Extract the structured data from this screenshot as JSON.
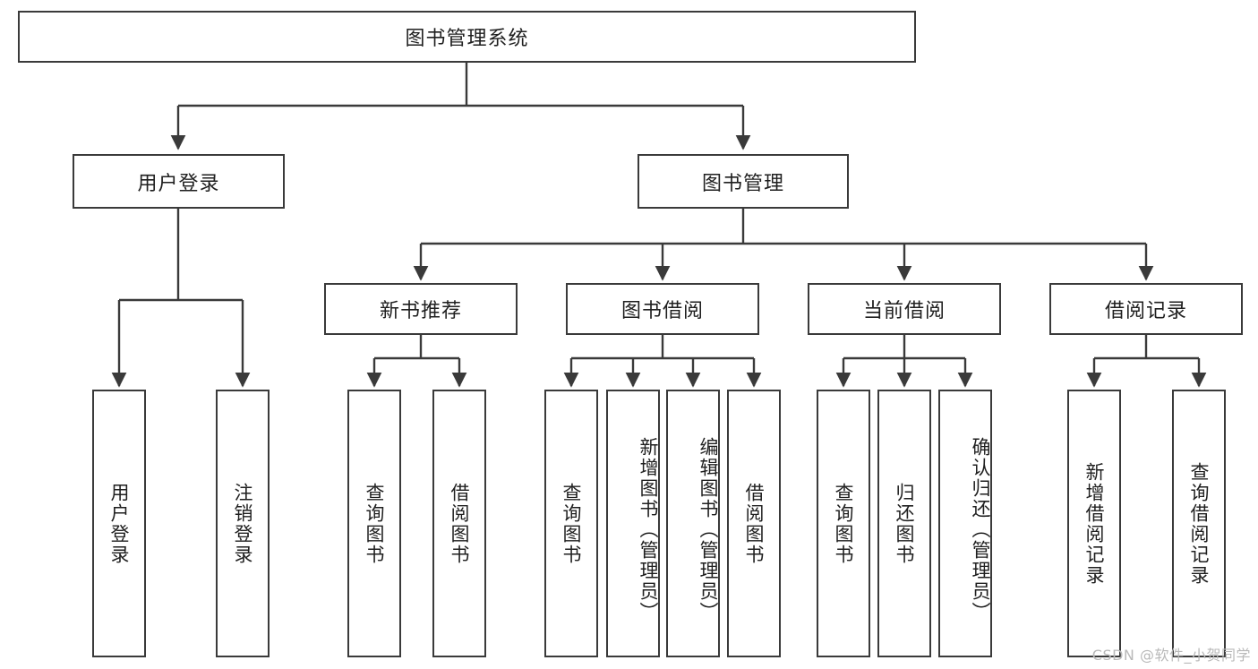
{
  "diagram": {
    "title": "图书管理系统",
    "type": "功能结构图",
    "watermark": "CSDN @软件_小贺同学",
    "colors": {
      "box_border": "#3a3a3a",
      "box_fill": "#ffffff",
      "connector": "#3a3a3a",
      "text": "#1f1f1f",
      "watermark": "#b9b9b9",
      "background": "#ffffff"
    },
    "root": {
      "label": "图书管理系统"
    },
    "level1": [
      {
        "id": "user-login",
        "label": "用户登录"
      },
      {
        "id": "book-manage",
        "label": "图书管理"
      }
    ],
    "level2": [
      {
        "id": "new-book-recommend",
        "label": "新书推荐",
        "parent": "book-manage"
      },
      {
        "id": "book-borrow",
        "label": "图书借阅",
        "parent": "book-manage"
      },
      {
        "id": "current-borrow",
        "label": "当前借阅",
        "parent": "book-manage"
      },
      {
        "id": "borrow-record",
        "label": "借阅记录",
        "parent": "book-manage"
      }
    ],
    "leaves": [
      {
        "id": "leaf-user-login",
        "label": "用户登录",
        "parent": "user-login"
      },
      {
        "id": "leaf-user-logout",
        "label": "注销登录",
        "parent": "user-login"
      },
      {
        "id": "leaf-query-book-1",
        "label": "查询图书",
        "parent": "new-book-recommend"
      },
      {
        "id": "leaf-borrow-book-1",
        "label": "借阅图书",
        "parent": "new-book-recommend"
      },
      {
        "id": "leaf-query-book-2",
        "label": "查询图书",
        "parent": "book-borrow"
      },
      {
        "id": "leaf-add-book",
        "label": "新增图书（管理员）",
        "parent": "book-borrow"
      },
      {
        "id": "leaf-edit-book",
        "label": "编辑图书（管理员）",
        "parent": "book-borrow"
      },
      {
        "id": "leaf-borrow-book-2",
        "label": "借阅图书",
        "parent": "book-borrow"
      },
      {
        "id": "leaf-query-book-3",
        "label": "查询图书",
        "parent": "current-borrow"
      },
      {
        "id": "leaf-return-book",
        "label": "归还图书",
        "parent": "current-borrow"
      },
      {
        "id": "leaf-confirm-return",
        "label": "确认归还（管理员）",
        "parent": "current-borrow"
      },
      {
        "id": "leaf-add-record",
        "label": "新增借阅记录",
        "parent": "borrow-record"
      },
      {
        "id": "leaf-query-record",
        "label": "查询借阅记录",
        "parent": "borrow-record"
      }
    ]
  }
}
